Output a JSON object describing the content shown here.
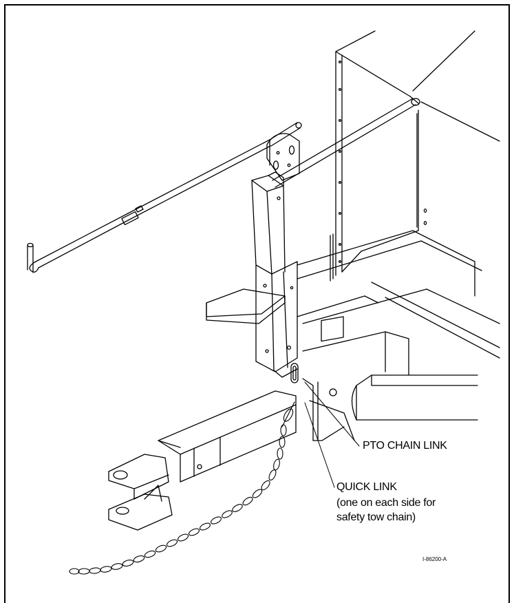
{
  "labels": {
    "pto_chain_link": "PTO CHAIN LINK",
    "quick_link_title": "QUICK LINK",
    "quick_link_note_line1": "(one on each side for",
    "quick_link_note_line2": "safety tow chain)"
  },
  "figure_id": "I-86200-A",
  "colors": {
    "line": "#000000",
    "background": "#ffffff"
  }
}
